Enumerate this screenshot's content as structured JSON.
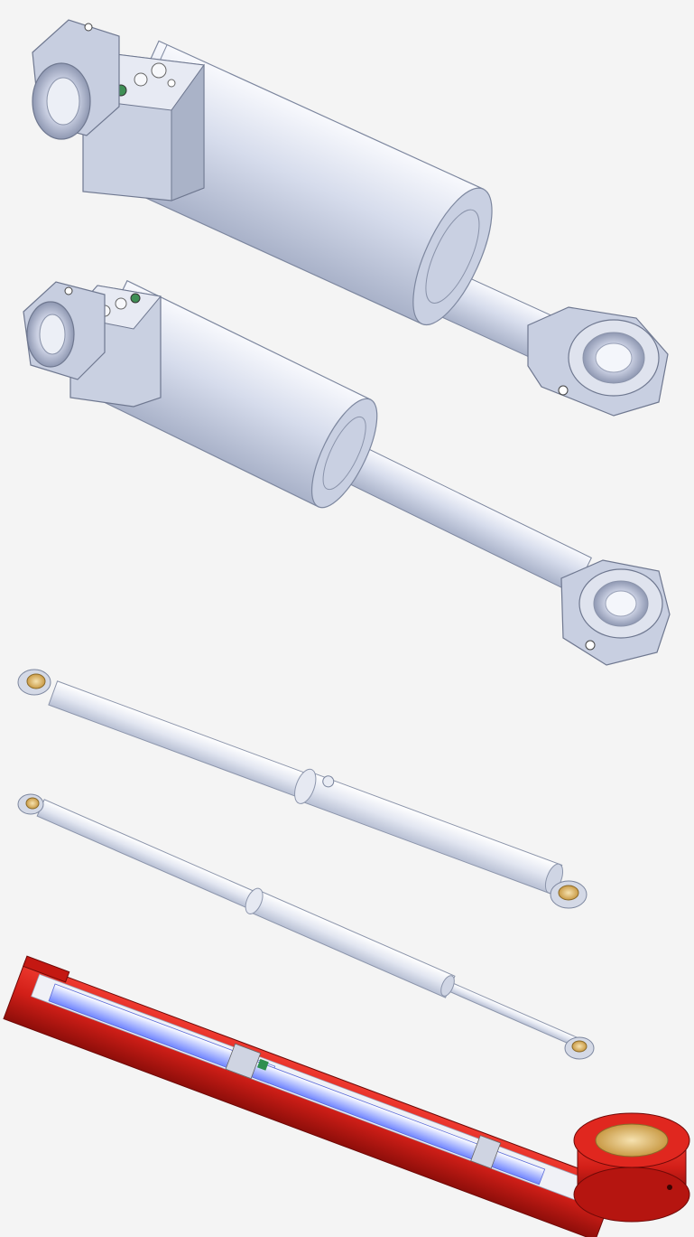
{
  "image": {
    "background_color": "#f4f4f4",
    "subjects": [
      {
        "name": "compact-hydraulic-cylinder-extended",
        "color": "#cdd4e6"
      },
      {
        "name": "compact-hydraulic-cylinder-longer-stroke",
        "color": "#cdd4e6"
      },
      {
        "name": "two-stage-telescopic-cylinder-retracted",
        "color": "#dde2ee"
      },
      {
        "name": "two-stage-telescopic-cylinder-extended",
        "color": "#dde2ee"
      },
      {
        "name": "telescopic-cylinder-cutaway",
        "color": "#d0201a"
      }
    ],
    "accent_colors": {
      "bushing": "#d8aa55",
      "cutaway_interior": "#8ea2ff",
      "seal": "#2f8f4f"
    }
  }
}
